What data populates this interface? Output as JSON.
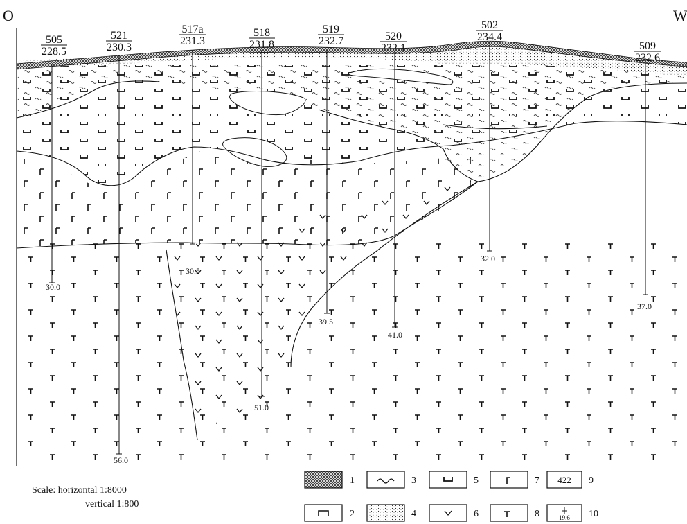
{
  "section": {
    "left_label": "O",
    "right_label": "W"
  },
  "wells": [
    {
      "id": "505",
      "elev": "228.5",
      "depth": "30.0"
    },
    {
      "id": "521",
      "elev": "230.3",
      "depth": "56.0"
    },
    {
      "id": "517a",
      "elev": "231.3",
      "depth": "30.5"
    },
    {
      "id": "518",
      "elev": "231.8",
      "depth": "51.0"
    },
    {
      "id": "519",
      "elev": "232.7",
      "depth": "39.5"
    },
    {
      "id": "520",
      "elev": "232.1",
      "depth": "41.0"
    },
    {
      "id": "502",
      "elev": "234.4",
      "depth": "32.0"
    },
    {
      "id": "509",
      "elev": "232.6",
      "depth": "37.0"
    }
  ],
  "scale": {
    "horizontal": "Scale: horizontal 1:8000",
    "vertical": "vertical 1:800"
  },
  "legend": [
    {
      "num": "1",
      "symbol": "crosshatch-pattern"
    },
    {
      "num": "2",
      "symbol": "cap-symbol"
    },
    {
      "num": "3",
      "symbol": "wave-symbol"
    },
    {
      "num": "4",
      "symbol": "dot-pattern"
    },
    {
      "num": "5",
      "symbol": "cup-symbol"
    },
    {
      "num": "6",
      "symbol": "v-symbol"
    },
    {
      "num": "7",
      "symbol": "gamma-symbol"
    },
    {
      "num": "8",
      "symbol": "tee-symbol"
    },
    {
      "num": "9",
      "box_text": "422"
    },
    {
      "num": "10",
      "box_text": "19.6"
    }
  ]
}
